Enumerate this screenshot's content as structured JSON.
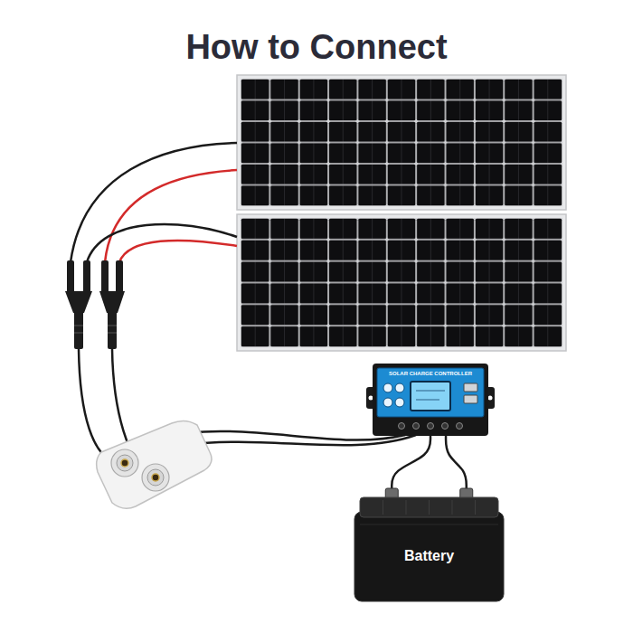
{
  "diagram": {
    "title": "How to Connect",
    "nodes": [
      {
        "text": [
          "SOLAR CHARGE CONTROLLER"
        ]
      },
      {
        "text": [
          "Battery"
        ]
      }
    ],
    "edges": [
      {
        "from": 0,
        "to": 1,
        "arrow": "none"
      },
      {
        "from": 0,
        "to": 1,
        "arrow": "none"
      }
    ]
  }
}
